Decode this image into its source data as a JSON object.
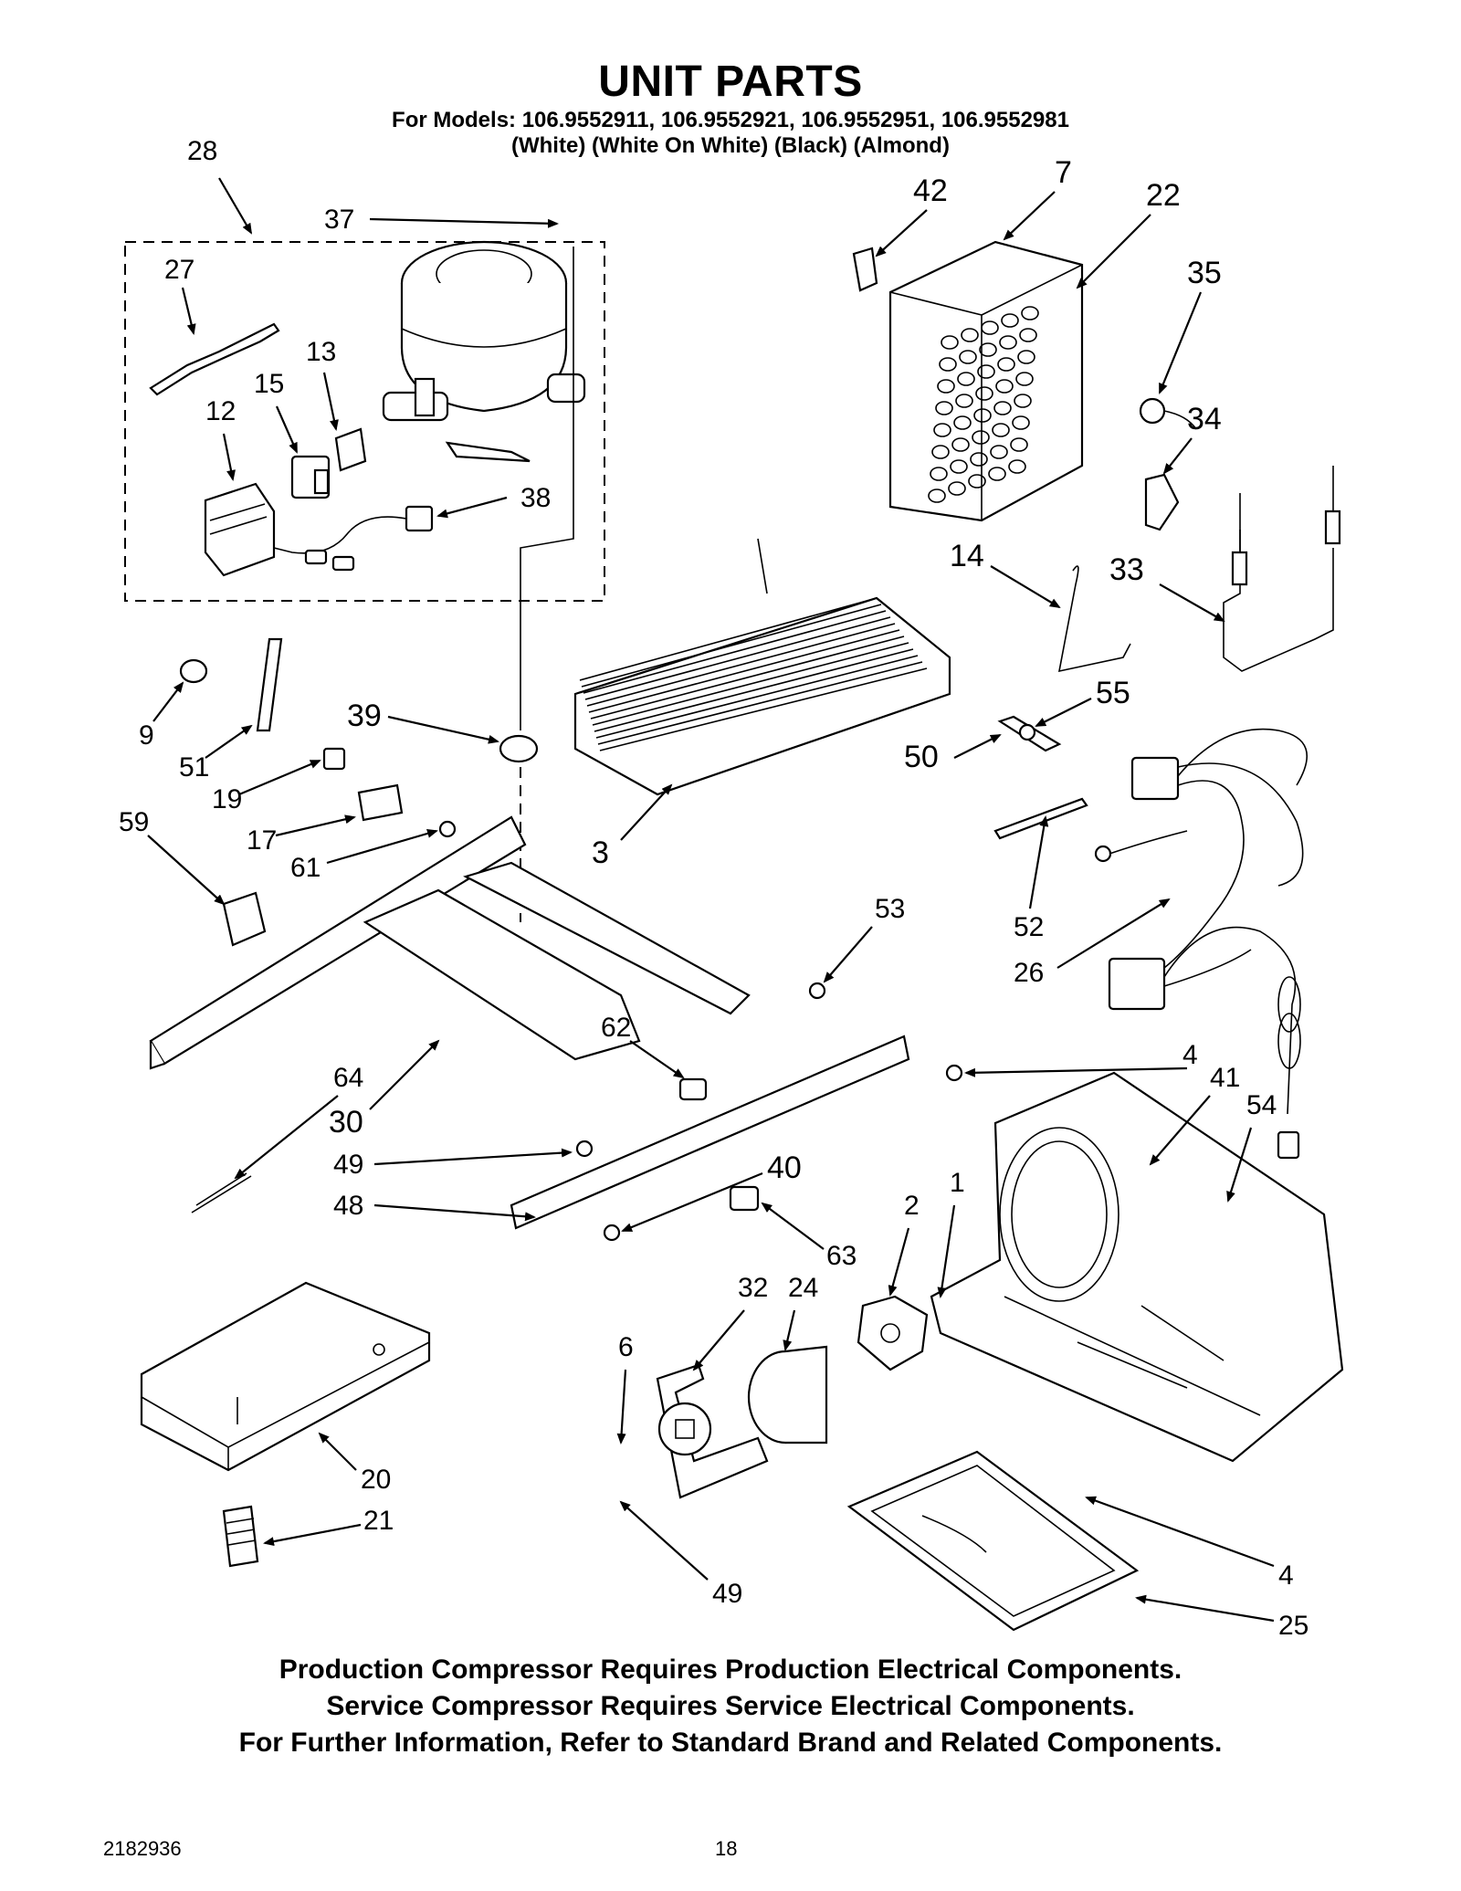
{
  "header": {
    "title": "UNIT PARTS",
    "models": "For Models: 106.9552911, 106.9552921, 106.9552951, 106.9552981",
    "colors": "(White) (White On White)  (Black) (Almond)"
  },
  "callouts": [
    {
      "id": "c28",
      "text": "28"
    },
    {
      "id": "c37",
      "text": "37"
    },
    {
      "id": "c27",
      "text": "27"
    },
    {
      "id": "c13",
      "text": "13"
    },
    {
      "id": "c15",
      "text": "15"
    },
    {
      "id": "c12",
      "text": "12"
    },
    {
      "id": "c38",
      "text": "38"
    },
    {
      "id": "c42",
      "text": "42"
    },
    {
      "id": "c7",
      "text": "7"
    },
    {
      "id": "c22",
      "text": "22"
    },
    {
      "id": "c35",
      "text": "35"
    },
    {
      "id": "c34",
      "text": "34"
    },
    {
      "id": "c14",
      "text": "14"
    },
    {
      "id": "c33",
      "text": "33"
    },
    {
      "id": "c55",
      "text": "55"
    },
    {
      "id": "c50",
      "text": "50"
    },
    {
      "id": "c9",
      "text": "9"
    },
    {
      "id": "c51",
      "text": "51"
    },
    {
      "id": "c39",
      "text": "39"
    },
    {
      "id": "c19",
      "text": "19"
    },
    {
      "id": "c17",
      "text": "17"
    },
    {
      "id": "c59",
      "text": "59"
    },
    {
      "id": "c61",
      "text": "61"
    },
    {
      "id": "c3",
      "text": "3"
    },
    {
      "id": "c52",
      "text": "52"
    },
    {
      "id": "c26",
      "text": "26"
    },
    {
      "id": "c53",
      "text": "53"
    },
    {
      "id": "c62",
      "text": "62"
    },
    {
      "id": "c64",
      "text": "64"
    },
    {
      "id": "c30",
      "text": "30"
    },
    {
      "id": "c49a",
      "text": "49"
    },
    {
      "id": "c48",
      "text": "48"
    },
    {
      "id": "c40",
      "text": "40"
    },
    {
      "id": "c4a",
      "text": "4"
    },
    {
      "id": "c41",
      "text": "41"
    },
    {
      "id": "c54",
      "text": "54"
    },
    {
      "id": "c63",
      "text": "63"
    },
    {
      "id": "c2",
      "text": "2"
    },
    {
      "id": "c1",
      "text": "1"
    },
    {
      "id": "c32",
      "text": "32"
    },
    {
      "id": "c24",
      "text": "24"
    },
    {
      "id": "c6",
      "text": "6"
    },
    {
      "id": "c20",
      "text": "20"
    },
    {
      "id": "c21",
      "text": "21"
    },
    {
      "id": "c49b",
      "text": "49"
    },
    {
      "id": "c4b",
      "text": "4"
    },
    {
      "id": "c25",
      "text": "25"
    }
  ],
  "notes": [
    "Production Compressor Requires Production Electrical Components.",
    "Service Compressor Requires Service Electrical Components.",
    "For Further Information, Refer to Standard Brand and Related Components."
  ],
  "footer": {
    "doc_number": "2182936",
    "page_number": "18"
  }
}
